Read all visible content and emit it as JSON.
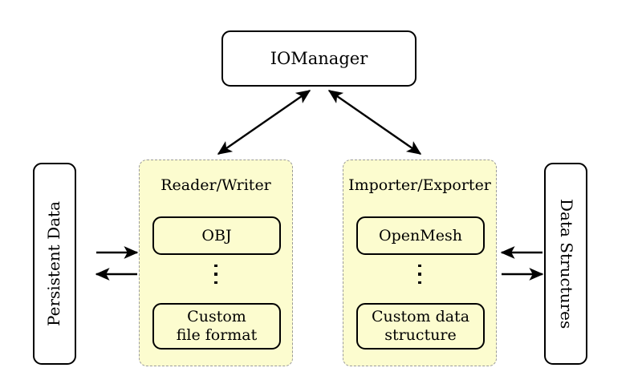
{
  "diagram": {
    "title_node": {
      "label": "IOManager"
    },
    "left_endpoint": {
      "label": "Persistent Data"
    },
    "right_endpoint": {
      "label": "Data Structures"
    },
    "groups": [
      {
        "title": "Reader/Writer",
        "items": [
          {
            "label": "OBJ"
          },
          {
            "label": "Custom\nfile format",
            "line1": "Custom",
            "line2": "file format"
          }
        ],
        "ellipsis": "vertical-ellipsis"
      },
      {
        "title": "Importer/Exporter",
        "items": [
          {
            "label": "OpenMesh"
          },
          {
            "label": "Custom data\nstructure",
            "line1": "Custom data",
            "line2": "structure"
          }
        ],
        "ellipsis": "vertical-ellipsis"
      }
    ],
    "connections": [
      {
        "name": "manager-to-reader-writer",
        "style": "double-headed-arrow"
      },
      {
        "name": "manager-to-importer-exporter",
        "style": "double-headed-arrow"
      },
      {
        "name": "persistent-data-to-reader-writer",
        "style": "arrow-right"
      },
      {
        "name": "reader-writer-to-persistent-data",
        "style": "arrow-left"
      },
      {
        "name": "data-structures-to-importer-exporter",
        "style": "arrow-left"
      },
      {
        "name": "importer-exporter-to-data-structures",
        "style": "arrow-right"
      }
    ],
    "colors": {
      "group_fill": "#fcfccf",
      "group_border": "#9a9a9a",
      "node_border": "#000000",
      "node_fill": "#ffffff",
      "background": "#ffffff"
    }
  }
}
